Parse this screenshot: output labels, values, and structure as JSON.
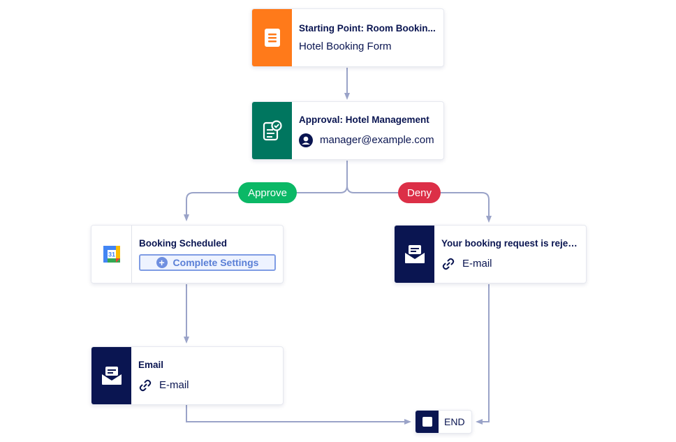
{
  "nodes": {
    "start": {
      "title": "Starting Point: Room Bookin...",
      "subtitle": "Hotel Booking Form",
      "icon": "form-icon",
      "color": "#ff7a1a"
    },
    "approval": {
      "title": "Approval: Hotel Management",
      "assignee": "manager@example.com",
      "icon": "approval-document-icon",
      "color": "#00765f"
    },
    "booking": {
      "title": "Booking Scheduled",
      "button_label": "Complete Settings",
      "icon": "google-calendar-icon",
      "calendar_day": "31"
    },
    "rejected": {
      "title": "Your booking request is rejec...",
      "subtitle": "E-mail",
      "icon": "email-icon",
      "color": "#0a1551"
    },
    "email": {
      "title": "Email",
      "subtitle": "E-mail",
      "icon": "email-icon",
      "color": "#0a1551"
    },
    "end": {
      "label": "END",
      "icon": "stop-icon"
    }
  },
  "branches": {
    "approve": {
      "label": "Approve",
      "color": "#0bb866"
    },
    "deny": {
      "label": "Deny",
      "color": "#dc2f47"
    }
  },
  "connector_color": "#9aa3c8"
}
